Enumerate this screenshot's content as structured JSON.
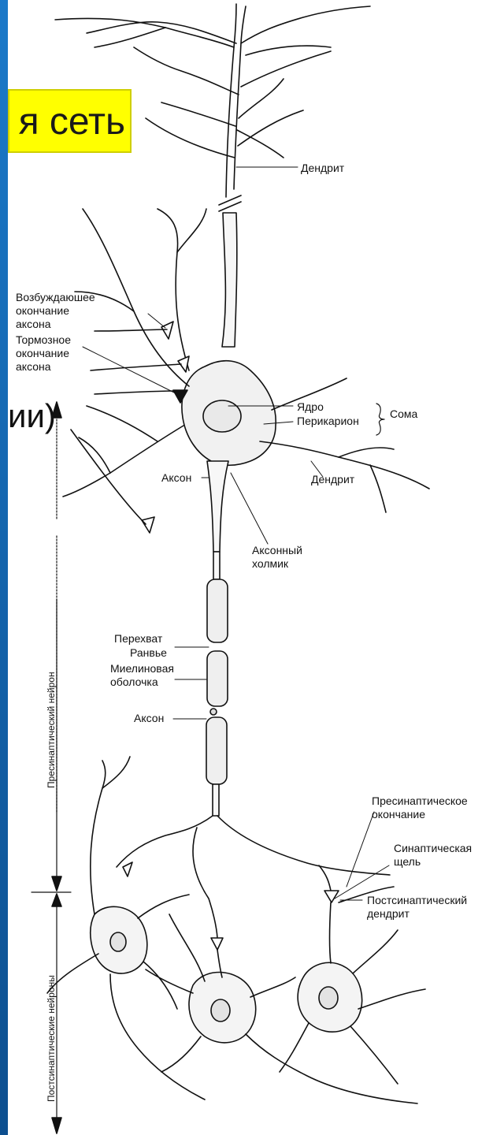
{
  "slide": {
    "title_fragment": "я сеть",
    "body_fragment": "ии)",
    "accent_color": "#ffff00",
    "strip_color": "#1b79c9"
  },
  "diagram": {
    "labels": {
      "dendrite_top": "Дендрит",
      "excitatory_1": "Возбуждаюшее",
      "excitatory_2": "окончание",
      "excitatory_3": "аксона",
      "inhibitory_1": "Тормозное",
      "inhibitory_2": "окончание",
      "inhibitory_3": "аксона",
      "nucleus": "Ядро",
      "perikaryon": "Перикарион",
      "soma": "Сома",
      "dendrite_right": "Дендрит",
      "axon_1": "Аксон",
      "axon_hillock_1": "Аксонный",
      "axon_hillock_2": "холмик",
      "ranvier_1": "Перехват",
      "ranvier_2": "Ранвье",
      "myelin_1": "Миелиновая",
      "myelin_2": "оболочка",
      "axon_2": "Аксон",
      "presyn_end_1": "Пресинаптическое",
      "presyn_end_2": "окончание",
      "cleft_1": "Синаптическая",
      "cleft_2": "щель",
      "postsyn_dend_1": "Постсинаптический",
      "postsyn_dend_2": "дендрит",
      "presyn_neuron": "Пресинаптический нейрон",
      "postsyn_neurons": "Постсинаптические нейроны"
    }
  }
}
